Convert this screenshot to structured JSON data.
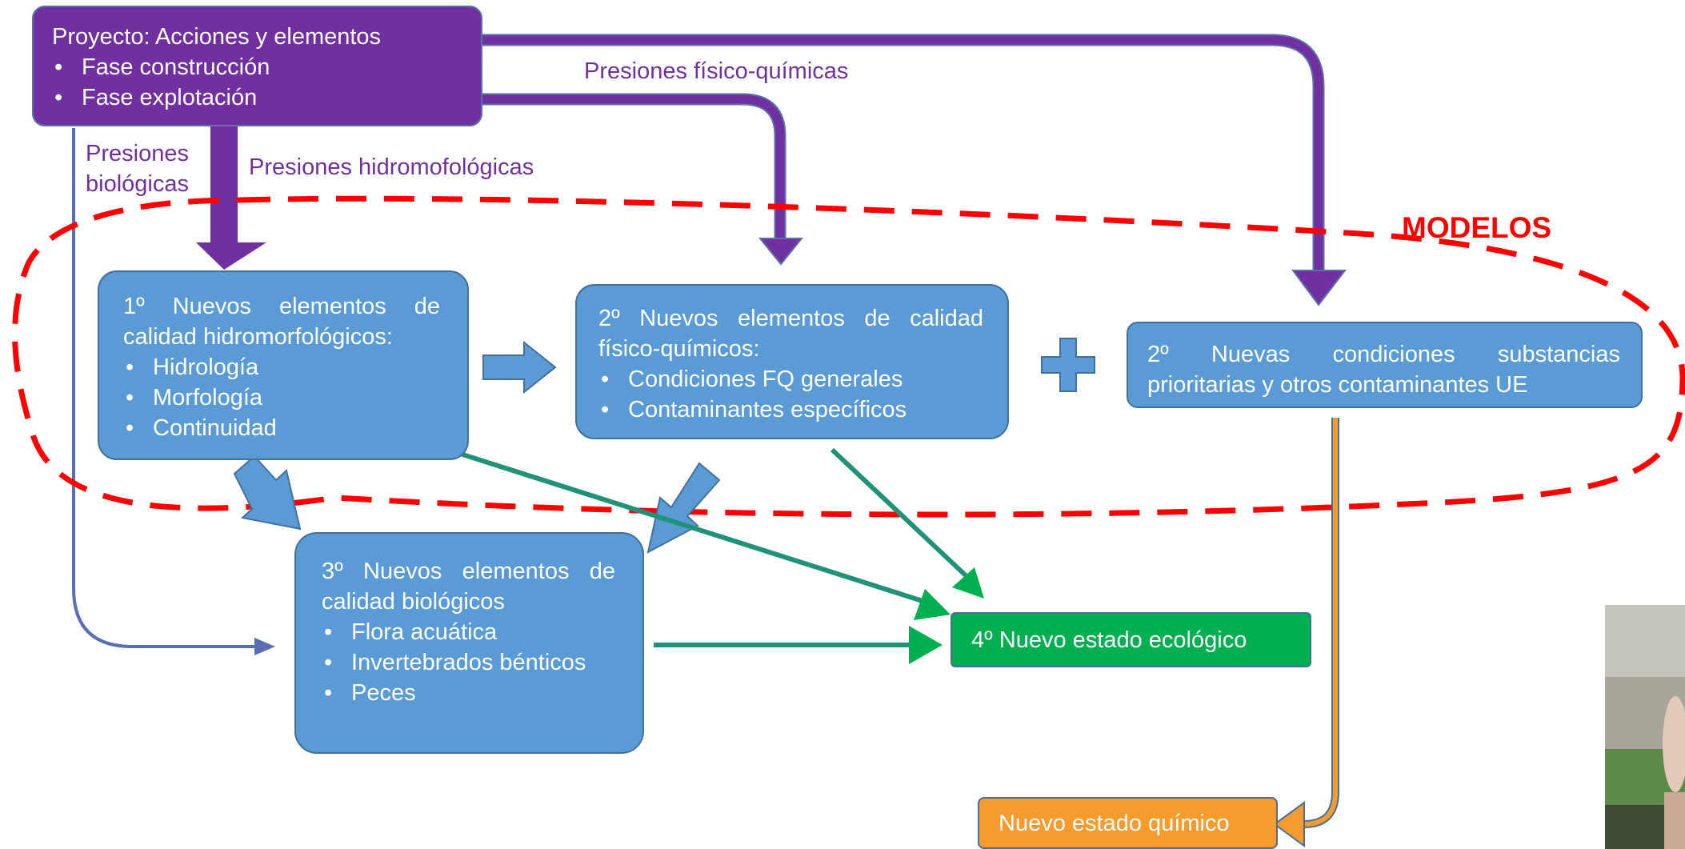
{
  "project": {
    "title": "Proyecto: Acciones y elementos",
    "items": [
      "Fase construcción",
      "Fase explotación"
    ]
  },
  "labels": {
    "fq": "Presiones físico-químicas",
    "bio_line1": "Presiones",
    "bio_line2": "biológicas",
    "hydro": "Presiones hidromofológicas",
    "models": "MODELOS"
  },
  "box1": {
    "line1": "1º Nuevos elementos de",
    "line2": "calidad hidromorfológicos:",
    "items": [
      "Hidrología",
      "Morfología",
      "Continuidad"
    ]
  },
  "box2": {
    "line1": "2º Nuevos elementos de calidad",
    "line2": "físico-químicos:",
    "items": [
      "Condiciones FQ generales",
      "Contaminantes específicos"
    ]
  },
  "box_priority": {
    "line1": "2º Nuevas condiciones substancias",
    "line2": "prioritarias y otros contaminantes UE"
  },
  "box3": {
    "line1": "3º Nuevos elementos de",
    "line2": "calidad biológicos",
    "items": [
      "Flora acuática",
      "Invertebrados bénticos",
      "Peces"
    ]
  },
  "ecological": "4º Nuevo estado ecológico",
  "chemical": "Nuevo estado químico",
  "colors": {
    "project_fill": "#7030A0",
    "project_border": "#5B6FA8",
    "box_blue": "#5B9BD5",
    "box_border": "#41719C",
    "purple_arrow": "#7030A0",
    "biological_line": "#5B6FB0",
    "green": "#00B050",
    "green_line": "#21927A",
    "orange": "#F79B2E",
    "models_red": "#FF0000",
    "plus_blue": "#5B9BD5"
  }
}
